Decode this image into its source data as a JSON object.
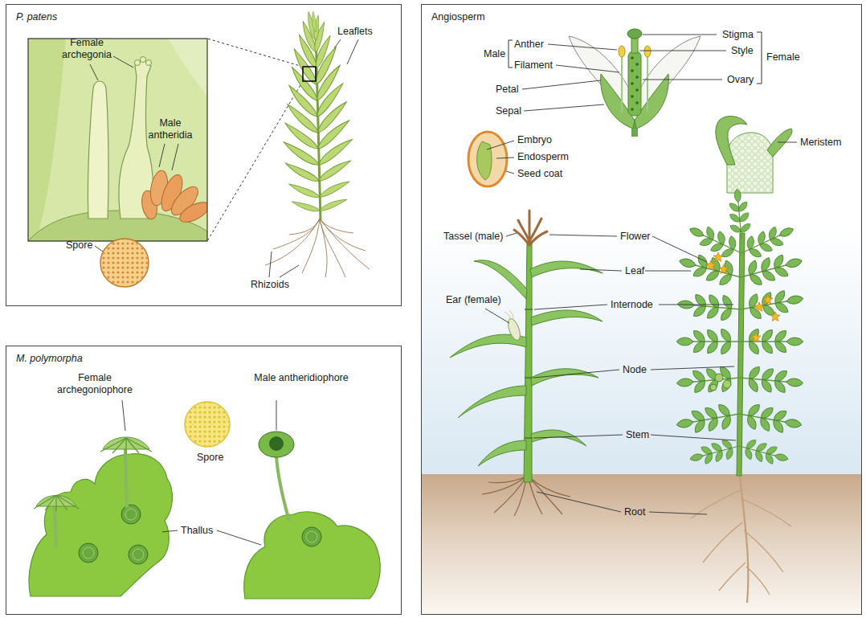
{
  "diagram": {
    "nodes": [
      {
        "text": [
          "P. patens"
        ]
      },
      {
        "text": [
          "Angiosperm"
        ]
      },
      {
        "text": [
          "M. polymorpha"
        ]
      }
    ],
    "labels": [
      "Female archegonia",
      "Male antheridia",
      "Leaflets",
      "Spore",
      "Rhizoids",
      "Male",
      "Anther",
      "Filament",
      "Petal",
      "Sepal",
      "Stigma",
      "Style",
      "Ovary",
      "Female",
      "Embryo",
      "Endosperm",
      "Seed coat",
      "Meristem",
      "Tassel (male)",
      "Flower",
      "Leaf",
      "Ear (female)",
      "Internode",
      "Node",
      "Stem",
      "Root",
      "Female archegoniophore",
      "Male antheridiophore",
      "Spore",
      "Thallus"
    ]
  }
}
